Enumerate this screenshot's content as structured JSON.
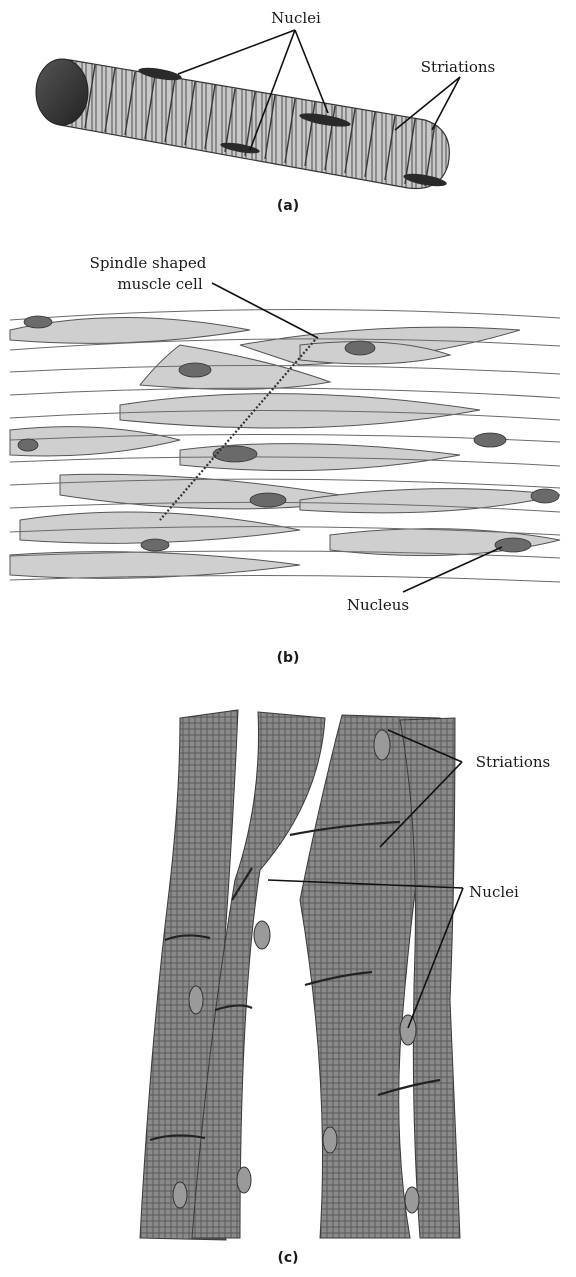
{
  "panels": [
    {
      "id": "a",
      "caption": "(a)",
      "labels": {
        "nuclei": "Nuclei",
        "striations": "Striations"
      }
    },
    {
      "id": "b",
      "caption": "(b)",
      "labels": {
        "spindle_line1": "Spindle shaped",
        "spindle_line2": "muscle cell",
        "nucleus": "Nucleus"
      }
    },
    {
      "id": "c",
      "caption": "(c)",
      "labels": {
        "striations": "Striations",
        "nuclei": "Nuclei"
      }
    }
  ]
}
